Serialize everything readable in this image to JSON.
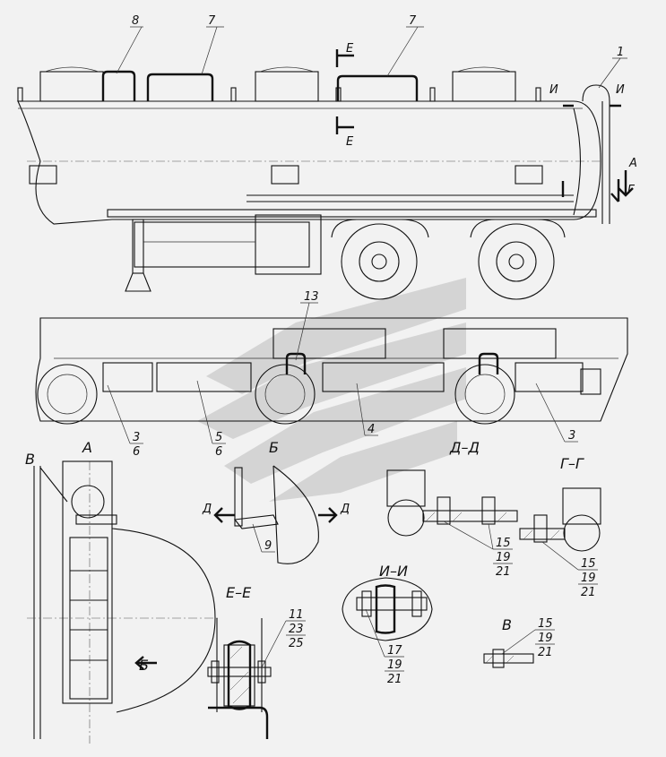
{
  "labels": {
    "callouts": {
      "p1": "1",
      "p7a": "7",
      "p7b": "7",
      "p8": "8",
      "p13": "13"
    },
    "sections_top": {
      "e_top": "Е",
      "e_bot": "Е",
      "i_left": "И",
      "i_right": "И",
      "a_view": "А",
      "g_view": "Г"
    },
    "view_a": {
      "title": "А",
      "v_label": "В",
      "b_arrow": "Б"
    },
    "side_view": {
      "left_parts": [
        "3",
        "6"
      ],
      "mid_parts": [
        "5",
        "6"
      ],
      "center_title": "Б",
      "part_4": "4",
      "part_3": "3"
    },
    "detail_b": {
      "d_left": "Д",
      "d_right": "Д",
      "part_9": "9"
    },
    "section_dd": {
      "title": "Д–Д",
      "parts": [
        "15",
        "19",
        "21"
      ]
    },
    "section_gg": {
      "title": "Г–Г",
      "parts": [
        "15",
        "19",
        "21"
      ]
    },
    "section_ii": {
      "title": "И–И",
      "parts": [
        "17",
        "19",
        "21"
      ]
    },
    "section_ee": {
      "title": "Е–Е",
      "parts": [
        "11",
        "23",
        "25"
      ]
    },
    "view_v": {
      "title": "В",
      "parts": [
        "15",
        "19",
        "21"
      ]
    }
  },
  "colors": {
    "line": "#111111",
    "background": "#f2f2f2",
    "watermark": "#cfcfcf"
  }
}
